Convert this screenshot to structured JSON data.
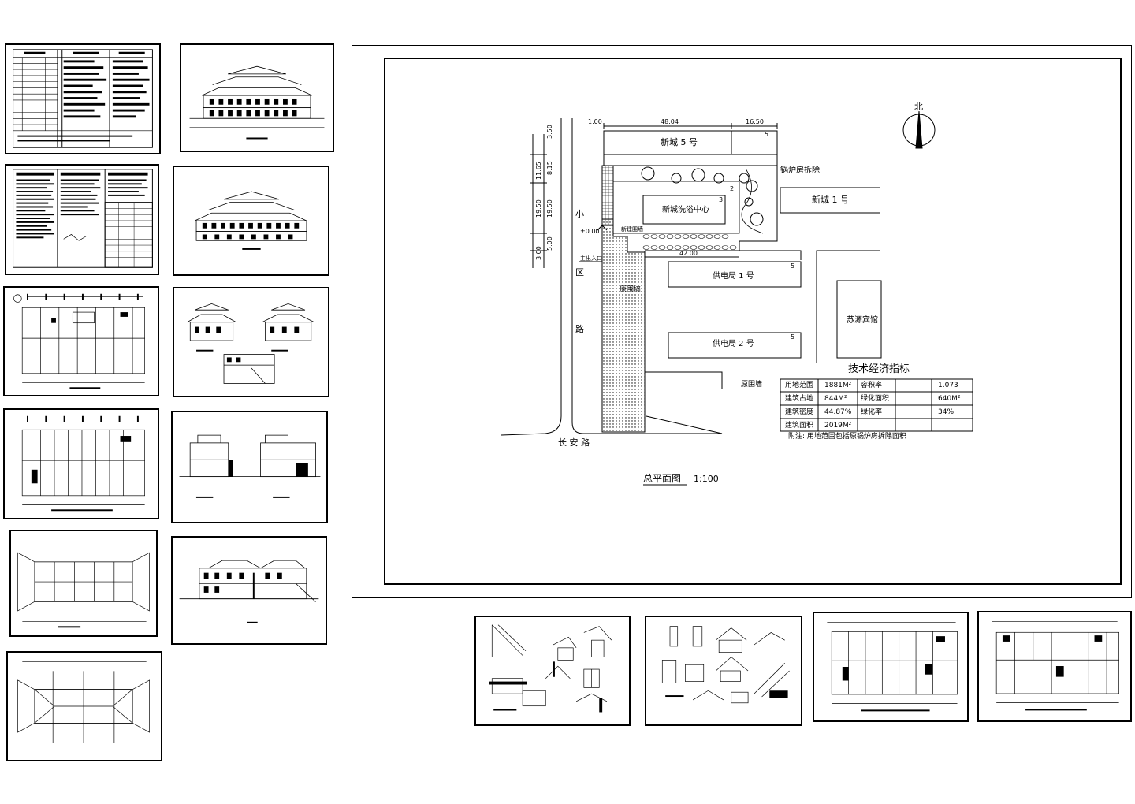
{
  "site_plan": {
    "title": "总平面图",
    "scale": "1:100",
    "north_label": "北",
    "buildings": {
      "xincheng5": "新城 5 号",
      "xincheng5_floors": "5",
      "wash_center": "新城洗浴中心",
      "wash_center_floors": "3",
      "xincheng1": "新城 1 号",
      "gongdian1": "供电局 1 号",
      "gongdian1_floors": "5",
      "gongdian2": "供电局 2 号",
      "gongdian2_floors": "5",
      "suyuan": "苏源宾馆",
      "boiler_floors": "2"
    },
    "roads": {
      "xiaoqu_road_1": "小",
      "xiaoqu_road_2": "区",
      "xiaoqu_road_3": "路",
      "changan_road": "长 安 路"
    },
    "annotations": {
      "boiler_demolish": "锅炉房拆除",
      "orig_wall_1": "原围墙",
      "orig_wall_2": "原围墙",
      "new_wall": "新建围墙",
      "entrance": "主出入口",
      "elevation": "±0.00"
    },
    "dimensions": {
      "top_a": "1.00",
      "top_b": "48.04",
      "top_c": "16.50",
      "left_a": "3.50",
      "left_b": "11.65",
      "left_c": "8.15",
      "left_d": "19.50",
      "left_e": "19.50",
      "left_f": "5.00",
      "left_g": "3.00",
      "mid": "42.00"
    },
    "tech_table": {
      "title": "技术经济指标",
      "rows": [
        [
          "用地范围",
          "1881M²",
          "容积率",
          "1.073"
        ],
        [
          "建筑占地",
          "844M²",
          "绿化面积",
          "640M²"
        ],
        [
          "建筑密度",
          "44.87%",
          "绿化率",
          "34%"
        ],
        [
          "建筑面积",
          "2019M²",
          "",
          ""
        ]
      ],
      "note": "附注: 用地范围包括原锅炉房拆除面积"
    }
  },
  "thumbnails": [
    {
      "id": "cover-index",
      "type": "tables"
    },
    {
      "id": "front-elevation",
      "type": "elevation"
    },
    {
      "id": "design-notes",
      "type": "tables"
    },
    {
      "id": "rear-elevation",
      "type": "elevation"
    },
    {
      "id": "first-floor-plan",
      "type": "plan"
    },
    {
      "id": "side-elevations",
      "type": "side"
    },
    {
      "id": "second-floor-plan",
      "type": "plan"
    },
    {
      "id": "sections",
      "type": "section"
    },
    {
      "id": "roof-plan",
      "type": "roof"
    },
    {
      "id": "section-elevation",
      "type": "elevation"
    },
    {
      "id": "ridge-plan",
      "type": "roof"
    },
    {
      "id": "details-1",
      "type": "detail"
    },
    {
      "id": "details-2",
      "type": "detail"
    },
    {
      "id": "third-floor-plan",
      "type": "plan"
    },
    {
      "id": "fourth-floor-plan",
      "type": "plan"
    }
  ]
}
